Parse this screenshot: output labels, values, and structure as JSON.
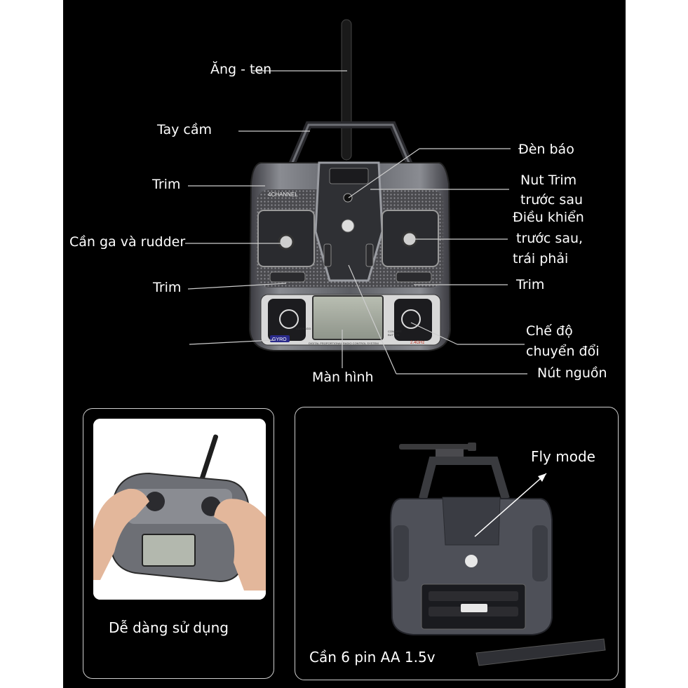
{
  "top_diagram": {
    "labels": {
      "antenna": "Ăng - ten",
      "handle": "Tay cầm",
      "trim_left_top": "Trim",
      "throttle_rudder": "Cần ga và rudder",
      "trim_left_bottom": "Trim",
      "indicator": "Đèn báo",
      "trim_fb_line1": "Nut Trim",
      "trim_fb_line2": "trước sau",
      "control_line1": "Điều khiển",
      "control_line2": "trước  sau,",
      "control_line3": "trái phải",
      "trim_right": "Trim",
      "mode_line1": "Chế độ",
      "mode_line2": "chuyển đổi",
      "power": "Nút nguồn",
      "screen": "Màn hình"
    },
    "device_text": {
      "channel": "4CHANNEL",
      "gyro": "GYRO",
      "ail_rudd": "AILE/RUDD",
      "convert": "CONVERT",
      "button": "BUTTON",
      "system": "DIGITAL PROPORTIONAL RADIO CONTROL SYSTEM",
      "freq": "2.4GHz"
    }
  },
  "left_panel": {
    "caption": "Dễ dàng sử dụng"
  },
  "right_panel": {
    "fly_mode": "Fly mode",
    "battery_caption": "Cần 6 pin AA 1.5v"
  },
  "colors": {
    "background": "#000000",
    "panel_border": "#cfcfcf",
    "label_text": "#ffffff",
    "leader_line": "#cccccc"
  }
}
